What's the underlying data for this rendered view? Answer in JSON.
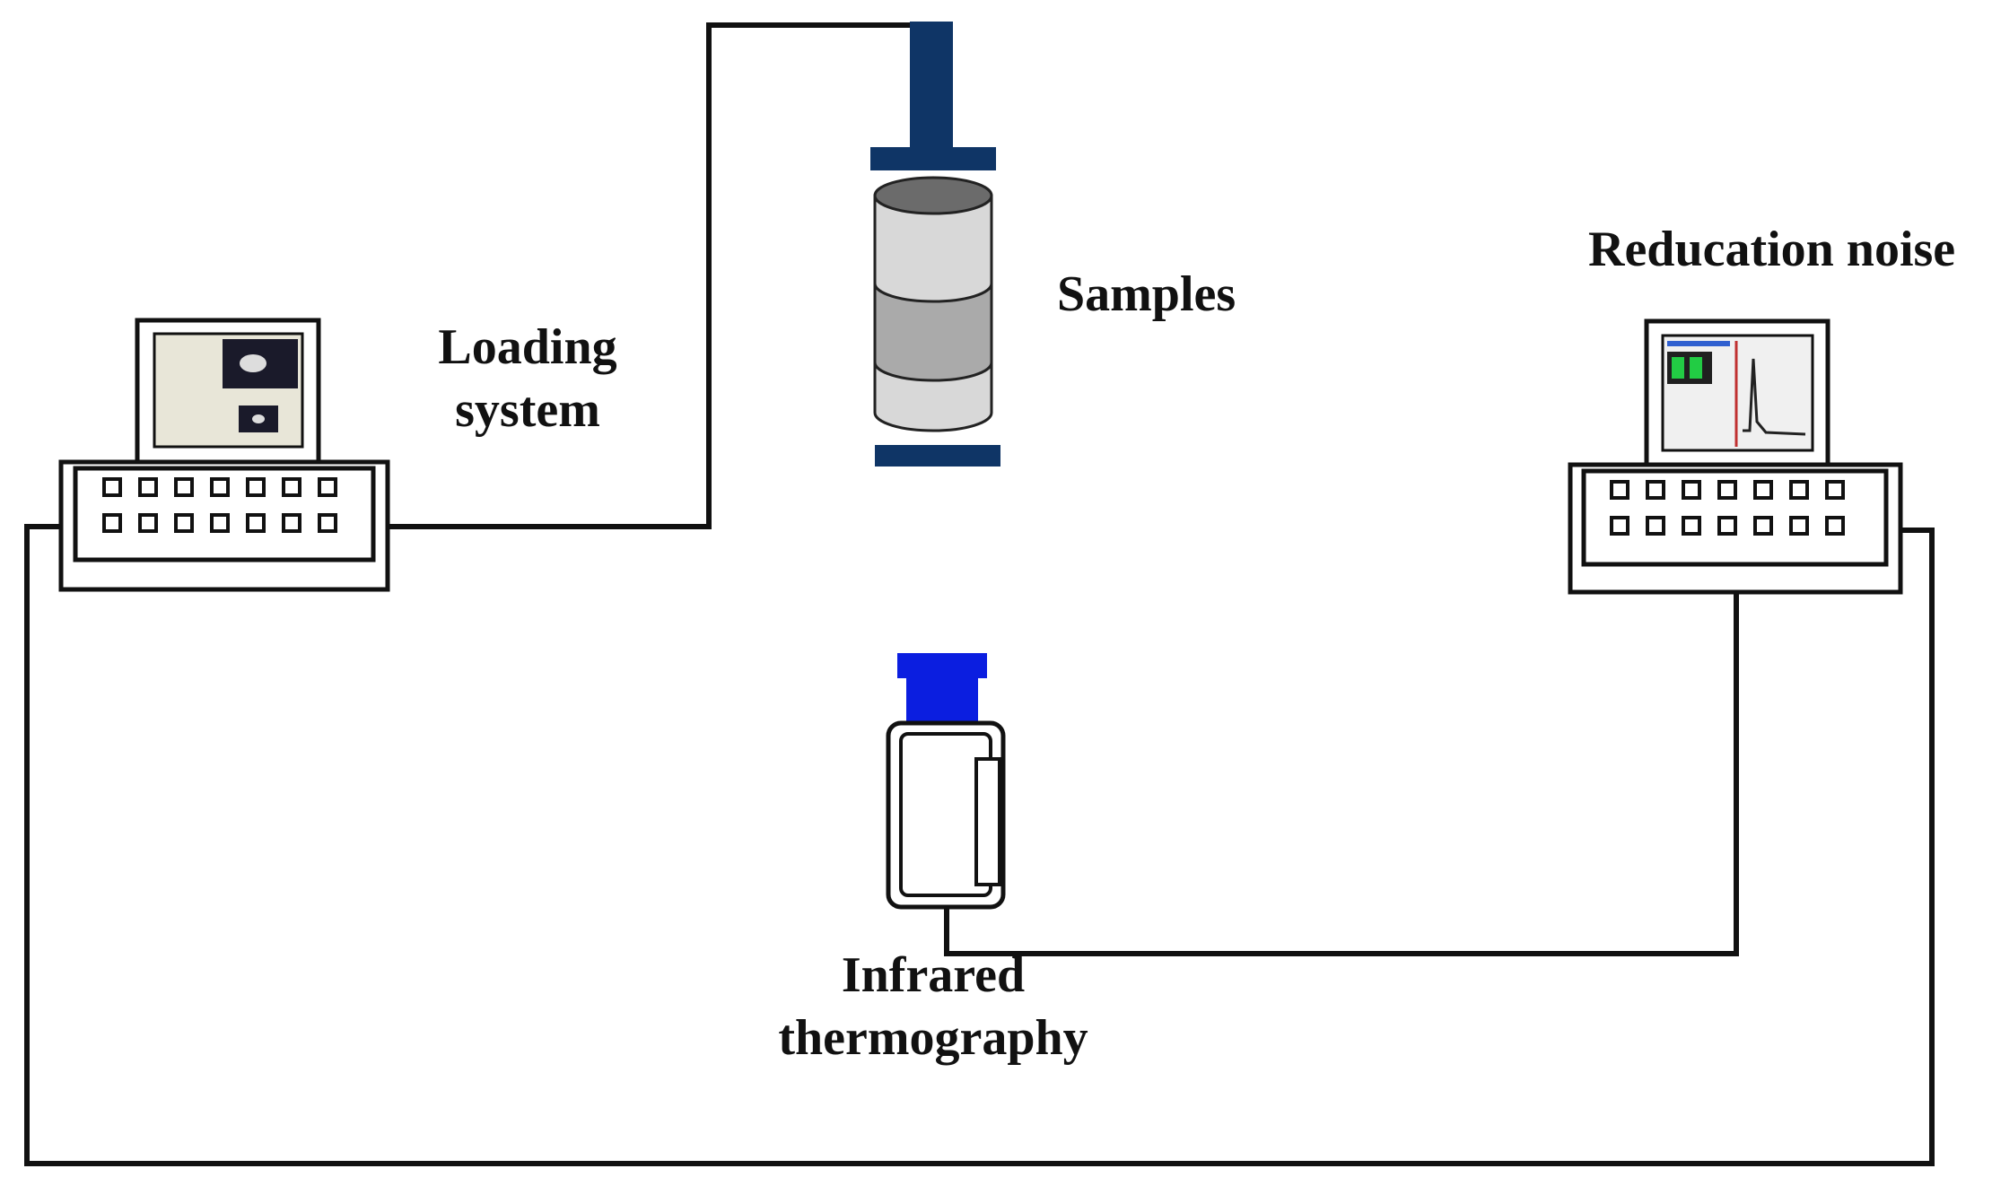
{
  "labels": {
    "loading": "Loading\nsystem",
    "samples": "Samples",
    "noise": "Reducation noise",
    "ir": "Infrared\nthermography"
  },
  "colors": {
    "press": "#0f3566",
    "camera_lens": "#0b1ee0",
    "line": "#111111",
    "sample_top": "#6b6b6b",
    "sample_mid": "#aaaaaa",
    "sample_body": "#d8d8d8"
  },
  "icons": {
    "left_computer": "computer-with-image-icon",
    "right_computer": "computer-with-spectrum-icon",
    "camera": "infrared-camera-icon",
    "press": "loading-press-icon"
  }
}
